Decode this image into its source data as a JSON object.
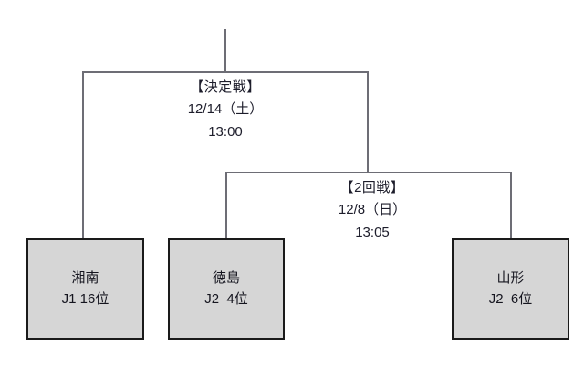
{
  "bracket": {
    "matches": [
      {
        "id": "final",
        "round_name": "【決定戦】",
        "date": "12/14（土）",
        "time": "13:00"
      },
      {
        "id": "round2",
        "round_name": "【2回戦】",
        "date": "12/8（日）",
        "time": "13:05"
      }
    ],
    "teams": [
      {
        "name": "湘南",
        "rank": "J1 16位"
      },
      {
        "name": "徳島",
        "rank": "J2  4位"
      },
      {
        "name": "山形",
        "rank": "J2  6位"
      }
    ],
    "colors": {
      "box_fill": "#d6d6d6",
      "box_border": "#1a1a1a",
      "line": "#6d6d75",
      "text": "#15151f"
    }
  }
}
